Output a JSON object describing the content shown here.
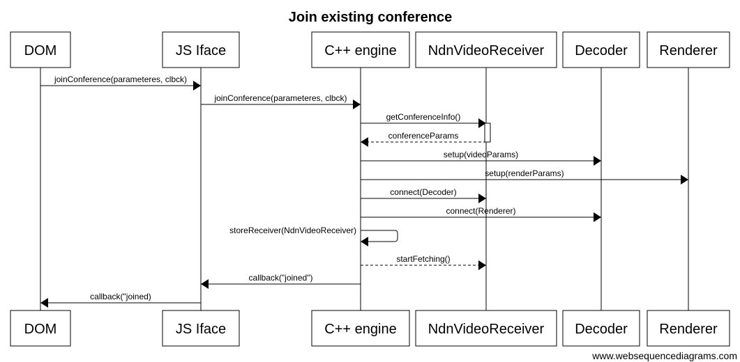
{
  "title": "Join existing conference",
  "footer": "www.websequencediagrams.com",
  "participants": [
    {
      "id": "dom",
      "label": "DOM"
    },
    {
      "id": "jsiface",
      "label": "JS Iface"
    },
    {
      "id": "engine",
      "label": "C++ engine"
    },
    {
      "id": "receiver",
      "label": "NdnVideoReceiver"
    },
    {
      "id": "decoder",
      "label": "Decoder"
    },
    {
      "id": "renderer",
      "label": "Renderer"
    }
  ],
  "messages": [
    {
      "from": "dom",
      "to": "jsiface",
      "label": "joinConference(parameteres, clbck)",
      "style": "solid"
    },
    {
      "from": "jsiface",
      "to": "engine",
      "label": "joinConference(parameteres, clbck)",
      "style": "solid"
    },
    {
      "from": "engine",
      "to": "receiver",
      "label": "getConferenceInfo()",
      "style": "solid"
    },
    {
      "from": "receiver",
      "to": "engine",
      "label": "conferenceParams",
      "style": "dashed"
    },
    {
      "from": "engine",
      "to": "decoder",
      "label": "setup(videoParams)",
      "style": "solid"
    },
    {
      "from": "engine",
      "to": "renderer",
      "label": "setup(renderParams)",
      "style": "solid"
    },
    {
      "from": "engine",
      "to": "receiver",
      "label": "connect(Decoder)",
      "style": "solid"
    },
    {
      "from": "engine",
      "to": "decoder",
      "label": "connect(Renderer)",
      "style": "solid"
    },
    {
      "from": "engine",
      "to": "engine",
      "label": "storeReceiver(NdnVideoReceiver)",
      "style": "solid"
    },
    {
      "from": "engine",
      "to": "receiver",
      "label": "startFetching()",
      "style": "dashed"
    },
    {
      "from": "engine",
      "to": "jsiface",
      "label": "callback(\"joined\")",
      "style": "solid"
    },
    {
      "from": "jsiface",
      "to": "dom",
      "label": "callback(\"joined)",
      "style": "solid"
    }
  ]
}
